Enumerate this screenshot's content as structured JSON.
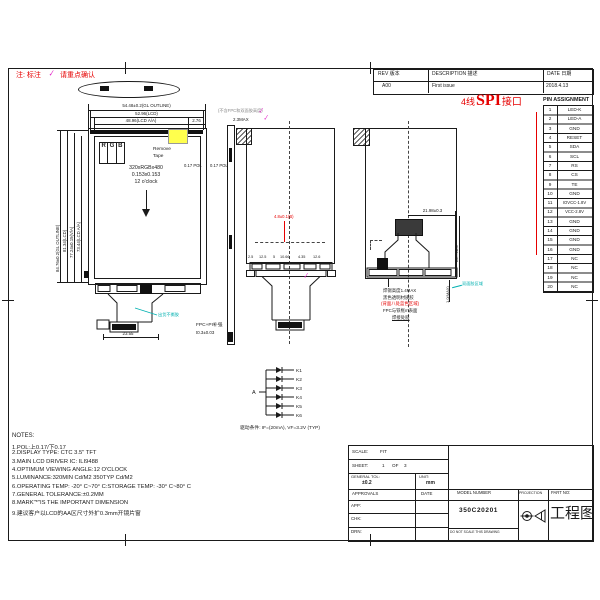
{
  "colors": {
    "red": "#e60000",
    "magenta": "#e324c8",
    "cyan": "#00b0b0",
    "yellow": "#ffff4d",
    "line": "#1a1a1a"
  },
  "icons": {
    "stamp": "✓"
  },
  "top_note": {
    "part1": "注: 标注",
    "part2": "请重点确认"
  },
  "revision": {
    "rev_header": "REV 版本",
    "desc_header": "DESCRIPTION 描述",
    "date_header": "DATE 日期",
    "rev": "A00",
    "description": "First issue",
    "date": "2018.4.13"
  },
  "spi": {
    "prefix": "4线",
    "main": "SPI",
    "suffix": "接口"
  },
  "pin_table": {
    "title": "PIN ASSIGNMENT",
    "pins": [
      {
        "no": "1",
        "name": "LED-K"
      },
      {
        "no": "2",
        "name": "LED-A"
      },
      {
        "no": "3",
        "name": "GND"
      },
      {
        "no": "4",
        "name": "RESET"
      },
      {
        "no": "5",
        "name": "SDA"
      },
      {
        "no": "6",
        "name": "SCL"
      },
      {
        "no": "7",
        "name": "RS"
      },
      {
        "no": "8",
        "name": "CS"
      },
      {
        "no": "9",
        "name": "TE"
      },
      {
        "no": "10",
        "name": "GND"
      },
      {
        "no": "11",
        "name": "IOVCC-1.8V"
      },
      {
        "no": "12",
        "name": "VCC-2.8V"
      },
      {
        "no": "13",
        "name": "GND"
      },
      {
        "no": "14",
        "name": "GND"
      },
      {
        "no": "15",
        "name": "GND"
      },
      {
        "no": "16",
        "name": "GND"
      },
      {
        "no": "17",
        "name": "NC"
      },
      {
        "no": "18",
        "name": "NC"
      },
      {
        "no": "19",
        "name": "NC"
      },
      {
        "no": "20",
        "name": "NC"
      }
    ]
  },
  "front": {
    "dim_w_outline": "54.48±0.2(GL OUTLINE)",
    "dim_w_lcd": "52.96(LCD)",
    "dim_w_aa": "48.96(LCD A/A)",
    "dim_w_off": "2.76",
    "dim_h_outline": "84.76±0.2(GL OUTLINE)",
    "dim_h_lcd": "81.34(LCD)",
    "dim_h_va": "77.24±0.15(V/A)",
    "dim_h_aa": "73.44(LCD A/A)",
    "rgb": [
      "R",
      "G",
      "B"
    ],
    "res1": "320xRGBx480",
    "res2": "0.153x0.153",
    "res3": "12 o'clock",
    "remove1": "Remove",
    "remove2": "Tape",
    "pol_left": "0.17 POL",
    "pol_right": "0.17 POL",
    "fpc1": "FPC+PI补强",
    "fpc2": "t0.3±0.03",
    "dim_tail": "23.55",
    "cyan_note": "出货不撕胶"
  },
  "side": {
    "thickness": "2.3MAX",
    "grey_note": "(不含FPC和双面胶高度)"
  },
  "back": {
    "red_dim": "4.8±0.1(B)",
    "dims": [
      "2.5",
      "12.5",
      "5",
      "10.66",
      "4.35",
      "12.6"
    ]
  },
  "right": {
    "dim_w": "21.98±0.3",
    "dim_h": "20.7±0.3",
    "dim_t": "1.0(MAX)",
    "cyan_note": "双面胶区域",
    "note1": "焊锡高度1.4MAX",
    "note2": "黑色透明材质胶",
    "note3": "(背面八处蓝色区域)",
    "note4": "FPC与铁框m表面",
    "note5": "焊接处胶"
  },
  "backlight": {
    "anode": "A",
    "cathodes": [
      "K1",
      "K2",
      "K3",
      "K4",
      "K5",
      "K6"
    ],
    "condition": "驱动条件: IF=(20mA), VF=3.2V (TYP)"
  },
  "notes": {
    "title": "NOTES:",
    "lines": [
      "1.POL:上0.17/下0.17",
      "2.DISPLAY TYPE:  CTC 3.5\" TFT",
      "3.MAIN LCD DRIVER IC: ILI9488",
      "4.OPTIMUM VIEWING ANGLE:12 O'CLOCK",
      "5.LUMINANCE:320MIN Cd/M2 350TYP Cd/M2",
      "6.OPERATING TEMP: -20° C~70° C:STORAGE TEMP: -30° C~80° C",
      "7.GENERAL TOLERANCE:±0.2MM",
      "8.MARK\"*\"IS THE IMPORTANT DIMENSION",
      "9.建议客户以LCD的AA区尺寸外扩0.3mm开镜片窗"
    ]
  },
  "title_block": {
    "scale_label": "SCALE:",
    "scale_value": "FIT",
    "sheet_label": "SHEET:",
    "sheet_no": "1",
    "of_label": "OF",
    "sheet_total": "3",
    "tol_label": "GENERAL TOL:",
    "tol_value": "±0.2",
    "unit_label": "UNIT:",
    "unit_value": "mm",
    "approvals_label": "APPROVALS",
    "date_label": "DATE",
    "row_app": "APP:",
    "row_chk": "CHK:",
    "row_drn": "DRN:",
    "model_label": "MODEL NUMBER",
    "model_value": "350C20201",
    "do_not_scale": "DO NOT SCALE THIS DRAWING",
    "projection_label": "PROJECTION",
    "part_no_label": "PART NO:",
    "part_name": "工程图"
  }
}
